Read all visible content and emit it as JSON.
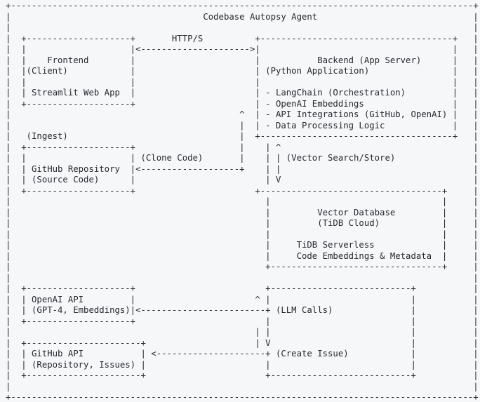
{
  "window": {
    "background_color": "#f6f7f9",
    "text_color": "#24292e"
  },
  "diagram": {
    "title": "Codebase Autopsy Agent",
    "nodes": [
      {
        "id": "frontend",
        "lines": [
          "Frontend",
          "(Client)",
          "Streamlit Web App"
        ]
      },
      {
        "id": "backend",
        "lines": [
          "Backend (App Server)",
          "(Python Application)",
          "- LangChain (Orchestration)",
          "- OpenAI Embeddings",
          "- API Integrations (GitHub, OpenAI)",
          "- Data Processing Logic"
        ]
      },
      {
        "id": "github-repository",
        "lines": [
          "GitHub Repository",
          "(Source Code)"
        ]
      },
      {
        "id": "vector-database",
        "lines": [
          "Vector Database",
          "(TiDB Cloud)",
          "TiDB Serverless",
          "Code Embeddings & Metadata"
        ]
      },
      {
        "id": "openai-api",
        "lines": [
          "OpenAI API",
          "(GPT-4, Embeddings)"
        ]
      },
      {
        "id": "github-api",
        "lines": [
          "GitHub API",
          "(Repository, Issues)"
        ]
      }
    ],
    "edge_labels": [
      "HTTP/S",
      "(Ingest)",
      "(Clone Code)",
      "(Vector Search/Store)",
      "(LLM Calls)",
      "(Create Issue)"
    ],
    "rows": [
      [
        [
          0,
          "+"
        ],
        [
          1,
          89
        ],
        [
          90,
          "+"
        ]
      ],
      [
        [
          0,
          "|"
        ],
        [
          38,
          "Codebase Autopsy Agent"
        ],
        [
          90,
          "|"
        ]
      ],
      [
        [
          0,
          "|"
        ],
        [
          90,
          "|"
        ]
      ],
      [
        [
          0,
          "|"
        ],
        [
          3,
          "+"
        ],
        [
          4,
          20
        ],
        [
          24,
          "+"
        ],
        [
          32,
          "HTTP/S"
        ],
        [
          48,
          "+"
        ],
        [
          49,
          37
        ],
        [
          86,
          "+"
        ],
        [
          90,
          "|"
        ]
      ],
      [
        [
          0,
          "|"
        ],
        [
          3,
          "|"
        ],
        [
          24,
          "|<"
        ],
        [
          26,
          21
        ],
        [
          47,
          ">|"
        ],
        [
          86,
          "|"
        ],
        [
          90,
          "|"
        ]
      ],
      [
        [
          0,
          "|"
        ],
        [
          3,
          "|"
        ],
        [
          8,
          "Frontend"
        ],
        [
          24,
          "|"
        ],
        [
          48,
          "|"
        ],
        [
          60,
          "Backend (App Server)"
        ],
        [
          86,
          "|"
        ],
        [
          90,
          "|"
        ]
      ],
      [
        [
          0,
          "|"
        ],
        [
          3,
          "|(Client)"
        ],
        [
          24,
          "|"
        ],
        [
          48,
          "|"
        ],
        [
          50,
          "(Python Application)"
        ],
        [
          86,
          "|"
        ],
        [
          90,
          "|"
        ]
      ],
      [
        [
          0,
          "|"
        ],
        [
          3,
          "|"
        ],
        [
          24,
          "|"
        ],
        [
          48,
          "|"
        ],
        [
          86,
          "|"
        ],
        [
          90,
          "|"
        ]
      ],
      [
        [
          0,
          "|"
        ],
        [
          3,
          "|"
        ],
        [
          5,
          "Streamlit Web App"
        ],
        [
          24,
          "|"
        ],
        [
          48,
          "|"
        ],
        [
          50,
          "- LangChain (Orchestration)"
        ],
        [
          86,
          "|"
        ],
        [
          90,
          "|"
        ]
      ],
      [
        [
          0,
          "|"
        ],
        [
          3,
          "+"
        ],
        [
          4,
          20
        ],
        [
          24,
          "+"
        ],
        [
          48,
          "|"
        ],
        [
          50,
          "- OpenAI Embeddings"
        ],
        [
          86,
          "|"
        ],
        [
          90,
          "|"
        ]
      ],
      [
        [
          0,
          "|"
        ],
        [
          45,
          "^"
        ],
        [
          48,
          "|"
        ],
        [
          50,
          "- API Integrations (GitHub, OpenAI)"
        ],
        [
          86,
          "|"
        ],
        [
          90,
          "|"
        ]
      ],
      [
        [
          0,
          "|"
        ],
        [
          45,
          "|"
        ],
        [
          48,
          "|"
        ],
        [
          50,
          "- Data Processing Logic"
        ],
        [
          86,
          "|"
        ],
        [
          90,
          "|"
        ]
      ],
      [
        [
          0,
          "|"
        ],
        [
          4,
          "(Ingest)"
        ],
        [
          45,
          "|"
        ],
        [
          48,
          "+"
        ],
        [
          49,
          37
        ],
        [
          86,
          "+"
        ],
        [
          90,
          "|"
        ]
      ],
      [
        [
          0,
          "|"
        ],
        [
          3,
          "+"
        ],
        [
          4,
          20
        ],
        [
          24,
          "+"
        ],
        [
          45,
          "|"
        ],
        [
          50,
          "|"
        ],
        [
          52,
          "^"
        ],
        [
          90,
          "|"
        ]
      ],
      [
        [
          0,
          "|"
        ],
        [
          3,
          "|"
        ],
        [
          24,
          "|"
        ],
        [
          26,
          "(Clone Code)"
        ],
        [
          45,
          "|"
        ],
        [
          50,
          "|"
        ],
        [
          52,
          "|"
        ],
        [
          54,
          "(Vector Search/Store)"
        ],
        [
          90,
          "|"
        ]
      ],
      [
        [
          0,
          "|"
        ],
        [
          3,
          "|"
        ],
        [
          5,
          "GitHub Repository"
        ],
        [
          24,
          "|<"
        ],
        [
          26,
          19
        ],
        [
          45,
          "+"
        ],
        [
          50,
          "|"
        ],
        [
          52,
          "|"
        ],
        [
          90,
          "|"
        ]
      ],
      [
        [
          0,
          "|"
        ],
        [
          3,
          "|"
        ],
        [
          5,
          "(Source Code)"
        ],
        [
          24,
          "|"
        ],
        [
          50,
          "|"
        ],
        [
          52,
          "V"
        ],
        [
          90,
          "|"
        ]
      ],
      [
        [
          0,
          "|"
        ],
        [
          3,
          "+"
        ],
        [
          4,
          20
        ],
        [
          24,
          "+"
        ],
        [
          48,
          "+"
        ],
        [
          49,
          35
        ],
        [
          84,
          "+"
        ],
        [
          90,
          "|"
        ]
      ],
      [
        [
          0,
          "|"
        ],
        [
          50,
          "|"
        ],
        [
          84,
          "|"
        ],
        [
          90,
          "|"
        ]
      ],
      [
        [
          0,
          "|"
        ],
        [
          50,
          "|"
        ],
        [
          60,
          "Vector Database"
        ],
        [
          84,
          "|"
        ],
        [
          90,
          "|"
        ]
      ],
      [
        [
          0,
          "|"
        ],
        [
          50,
          "|"
        ],
        [
          60,
          "(TiDB Cloud)"
        ],
        [
          84,
          "|"
        ],
        [
          90,
          "|"
        ]
      ],
      [
        [
          0,
          "|"
        ],
        [
          50,
          "|"
        ],
        [
          84,
          "|"
        ],
        [
          90,
          "|"
        ]
      ],
      [
        [
          0,
          "|"
        ],
        [
          50,
          "|"
        ],
        [
          56,
          "TiDB Serverless"
        ],
        [
          84,
          "|"
        ],
        [
          90,
          "|"
        ]
      ],
      [
        [
          0,
          "|"
        ],
        [
          50,
          "|"
        ],
        [
          56,
          "Code Embeddings & Metadata"
        ],
        [
          84,
          "|"
        ],
        [
          90,
          "|"
        ]
      ],
      [
        [
          0,
          "|"
        ],
        [
          50,
          "+"
        ],
        [
          51,
          33
        ],
        [
          84,
          "+"
        ],
        [
          90,
          "|"
        ]
      ],
      [
        [
          0,
          "|"
        ],
        [
          90,
          "|"
        ]
      ],
      [
        [
          0,
          "|"
        ],
        [
          3,
          "+"
        ],
        [
          4,
          20
        ],
        [
          24,
          "+"
        ],
        [
          50,
          "+"
        ],
        [
          51,
          27
        ],
        [
          78,
          "+"
        ],
        [
          90,
          "|"
        ]
      ],
      [
        [
          0,
          "|"
        ],
        [
          3,
          "|"
        ],
        [
          5,
          "OpenAI API"
        ],
        [
          24,
          "|"
        ],
        [
          48,
          "^"
        ],
        [
          50,
          "|"
        ],
        [
          78,
          "|"
        ],
        [
          90,
          "|"
        ]
      ],
      [
        [
          0,
          "|"
        ],
        [
          3,
          "|"
        ],
        [
          5,
          "(GPT-4, Embeddings)"
        ],
        [
          24,
          "|<"
        ],
        [
          26,
          24
        ],
        [
          50,
          "+"
        ],
        [
          52,
          "(LLM Calls)"
        ],
        [
          78,
          "|"
        ],
        [
          90,
          "|"
        ]
      ],
      [
        [
          0,
          "|"
        ],
        [
          3,
          "+"
        ],
        [
          4,
          20
        ],
        [
          24,
          "+"
        ],
        [
          50,
          "|"
        ],
        [
          78,
          "|"
        ],
        [
          90,
          "|"
        ]
      ],
      [
        [
          0,
          "|"
        ],
        [
          48,
          "|"
        ],
        [
          50,
          "|"
        ],
        [
          78,
          "|"
        ],
        [
          90,
          "|"
        ]
      ],
      [
        [
          0,
          "|"
        ],
        [
          3,
          "+"
        ],
        [
          4,
          22
        ],
        [
          26,
          "+"
        ],
        [
          48,
          "|"
        ],
        [
          50,
          "V"
        ],
        [
          78,
          "|"
        ],
        [
          90,
          "|"
        ]
      ],
      [
        [
          0,
          "|"
        ],
        [
          3,
          "|"
        ],
        [
          5,
          "GitHub API"
        ],
        [
          26,
          "|"
        ],
        [
          28,
          "<"
        ],
        [
          29,
          21
        ],
        [
          50,
          "+"
        ],
        [
          52,
          "(Create Issue)"
        ],
        [
          78,
          "|"
        ],
        [
          90,
          "|"
        ]
      ],
      [
        [
          0,
          "|"
        ],
        [
          3,
          "|"
        ],
        [
          5,
          "(Repository, Issues)"
        ],
        [
          26,
          "|"
        ],
        [
          50,
          "|"
        ],
        [
          78,
          "|"
        ],
        [
          90,
          "|"
        ]
      ],
      [
        [
          0,
          "|"
        ],
        [
          3,
          "+"
        ],
        [
          4,
          22
        ],
        [
          26,
          "+"
        ],
        [
          50,
          "+"
        ],
        [
          51,
          27
        ],
        [
          78,
          "+"
        ],
        [
          90,
          "|"
        ]
      ],
      [
        [
          0,
          "|"
        ],
        [
          90,
          "|"
        ]
      ],
      [
        [
          0,
          "+"
        ],
        [
          1,
          89
        ],
        [
          90,
          "+"
        ]
      ]
    ]
  }
}
